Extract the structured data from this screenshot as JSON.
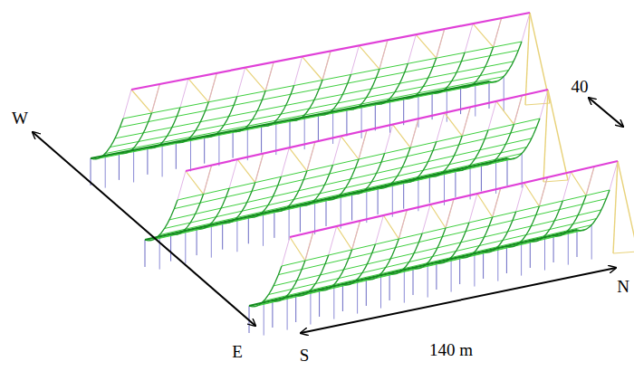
{
  "diagram": {
    "labels": [
      "W",
      "E",
      "S",
      "N",
      "140 m",
      "40"
    ]
  }
}
